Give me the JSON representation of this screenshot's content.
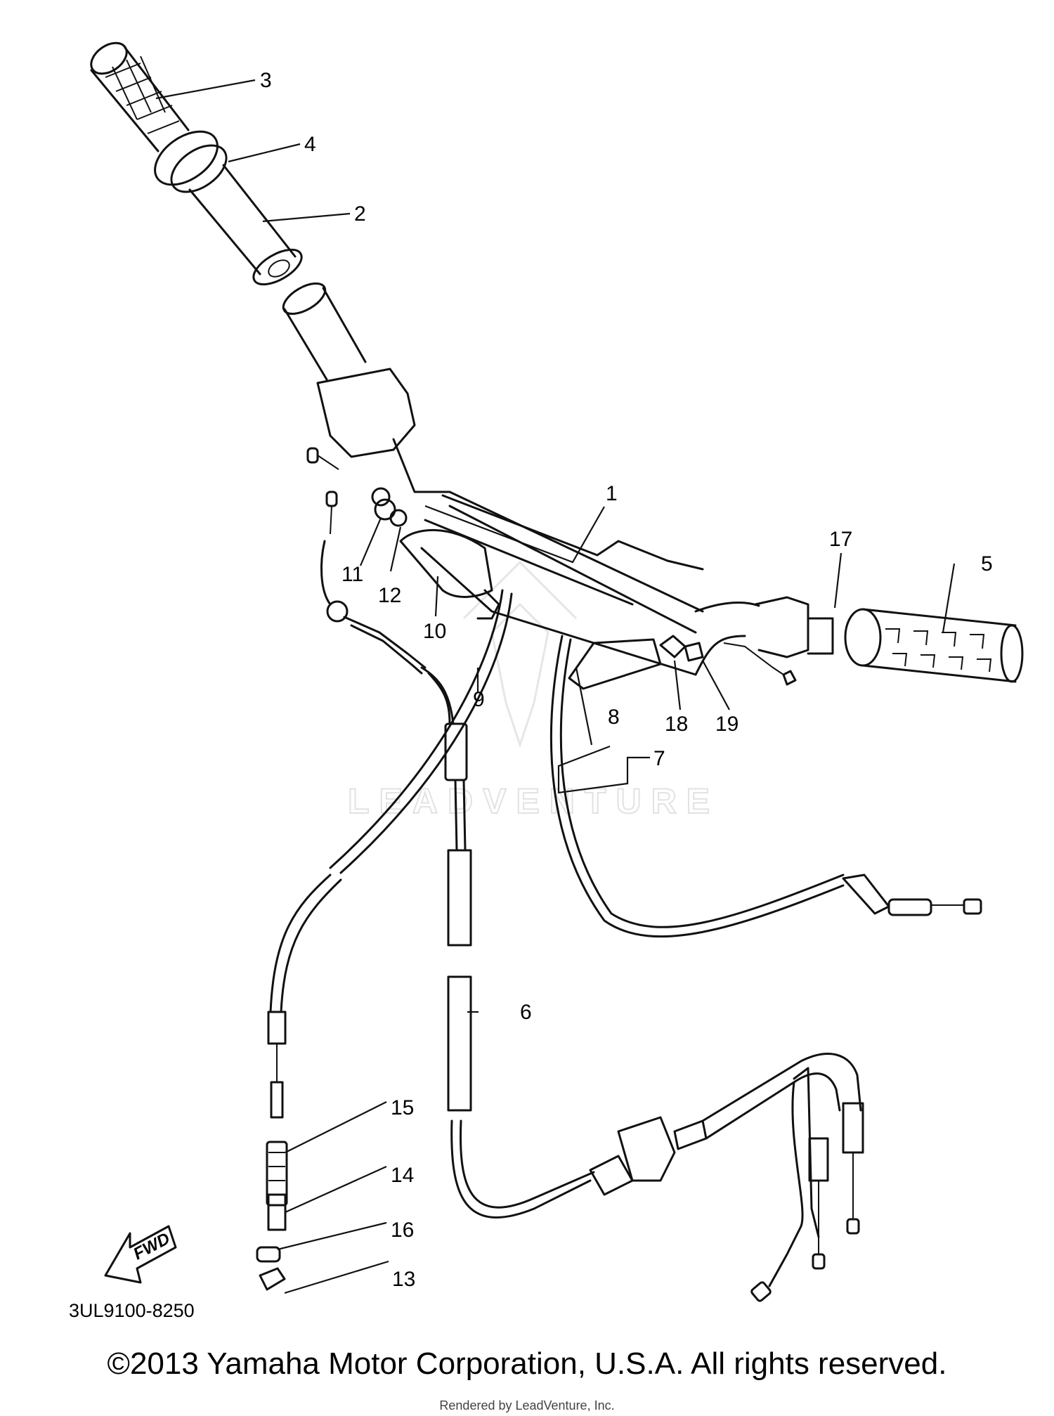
{
  "diagram": {
    "part_numbers": [
      "1",
      "2",
      "3",
      "4",
      "5",
      "6",
      "7",
      "8",
      "9",
      "10",
      "11",
      "12",
      "13",
      "14",
      "15",
      "16",
      "17",
      "18",
      "19"
    ],
    "diagram_code": "3UL9100-8250",
    "direction_label": "FWD",
    "watermark_text": "LEADVENTURE"
  },
  "footer": {
    "copyright": "©2013 Yamaha Motor Corporation, U.S.A. All rights reserved.",
    "rendered_by": "Rendered by LeadVenture, Inc."
  }
}
